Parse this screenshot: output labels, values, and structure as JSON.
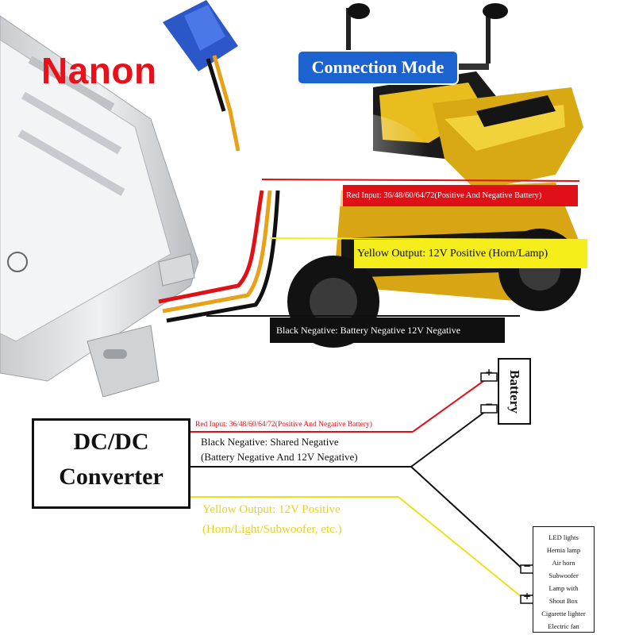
{
  "brand": "Nanon",
  "title_badge": "Connection Mode",
  "photo_labels": {
    "red": "Red Input: 36/48/60/64/72(Positive And Negative Battery)",
    "yellow": "Yellow Output: 12V Positive (Horn/Lamp)",
    "black": "Black Negative: Battery Negative   12V Negative"
  },
  "converter": {
    "line1": "DC/DC",
    "line2": "Converter"
  },
  "battery": {
    "label": "Battery",
    "plus": "+",
    "minus": "−"
  },
  "wires": {
    "red": "Red Input: 36/48/60/64/72(Positive And Negative Battery)",
    "black_line1": "Black Negative: Shared Negative",
    "black_line2": "(Battery Negative And 12V Negative)",
    "yellow_line1": "Yellow Output: 12V Positive",
    "yellow_line2": "(Horn/Light/Subwoofer, etc.)"
  },
  "loads": {
    "items": [
      "LED lights",
      "Hernia lamp",
      "Air horn",
      "Subwoofer",
      "Lamp with",
      "Shout Box",
      "Cigarette lighter",
      "Electric fan"
    ],
    "plus": "+",
    "minus": "−"
  },
  "colors": {
    "red": "#e01018",
    "yellow": "#f6ee1a",
    "black": "#101010",
    "blue": "#1c63d0"
  }
}
